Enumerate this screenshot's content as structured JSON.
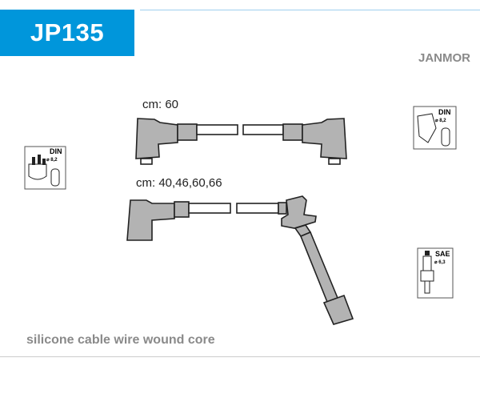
{
  "header": {
    "product_code": "JP135",
    "brand": "JANMOR"
  },
  "cables": [
    {
      "length_label": "cm: 60"
    },
    {
      "length_label": "cm: 40,46,60,66"
    }
  ],
  "icons": {
    "distributor_left": {
      "standard": "DIN",
      "diameter": "⌀ 8,2"
    },
    "coil_right": {
      "standard": "DIN",
      "diameter": "⌀ 8,2"
    },
    "spark_plug": {
      "standard": "SAE",
      "diameter": "⌀ 6,3"
    }
  },
  "footer": {
    "description": "silicone cable wire wound core"
  },
  "colors": {
    "brand_blue": "#0096db",
    "boot_gray": "#b3b3b3"
  }
}
